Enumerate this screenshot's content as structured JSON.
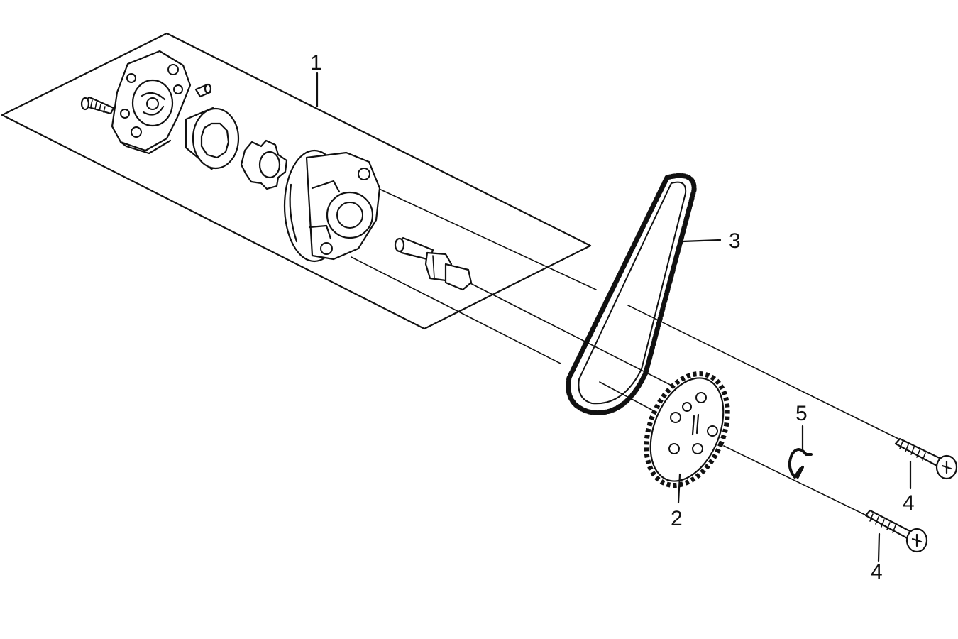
{
  "diagram": {
    "callouts": [
      {
        "id": "1",
        "label": "1"
      },
      {
        "id": "2",
        "label": "2"
      },
      {
        "id": "3",
        "label": "3"
      },
      {
        "id": "4a",
        "label": "4"
      },
      {
        "id": "4b",
        "label": "4"
      },
      {
        "id": "5",
        "label": "5"
      }
    ]
  }
}
